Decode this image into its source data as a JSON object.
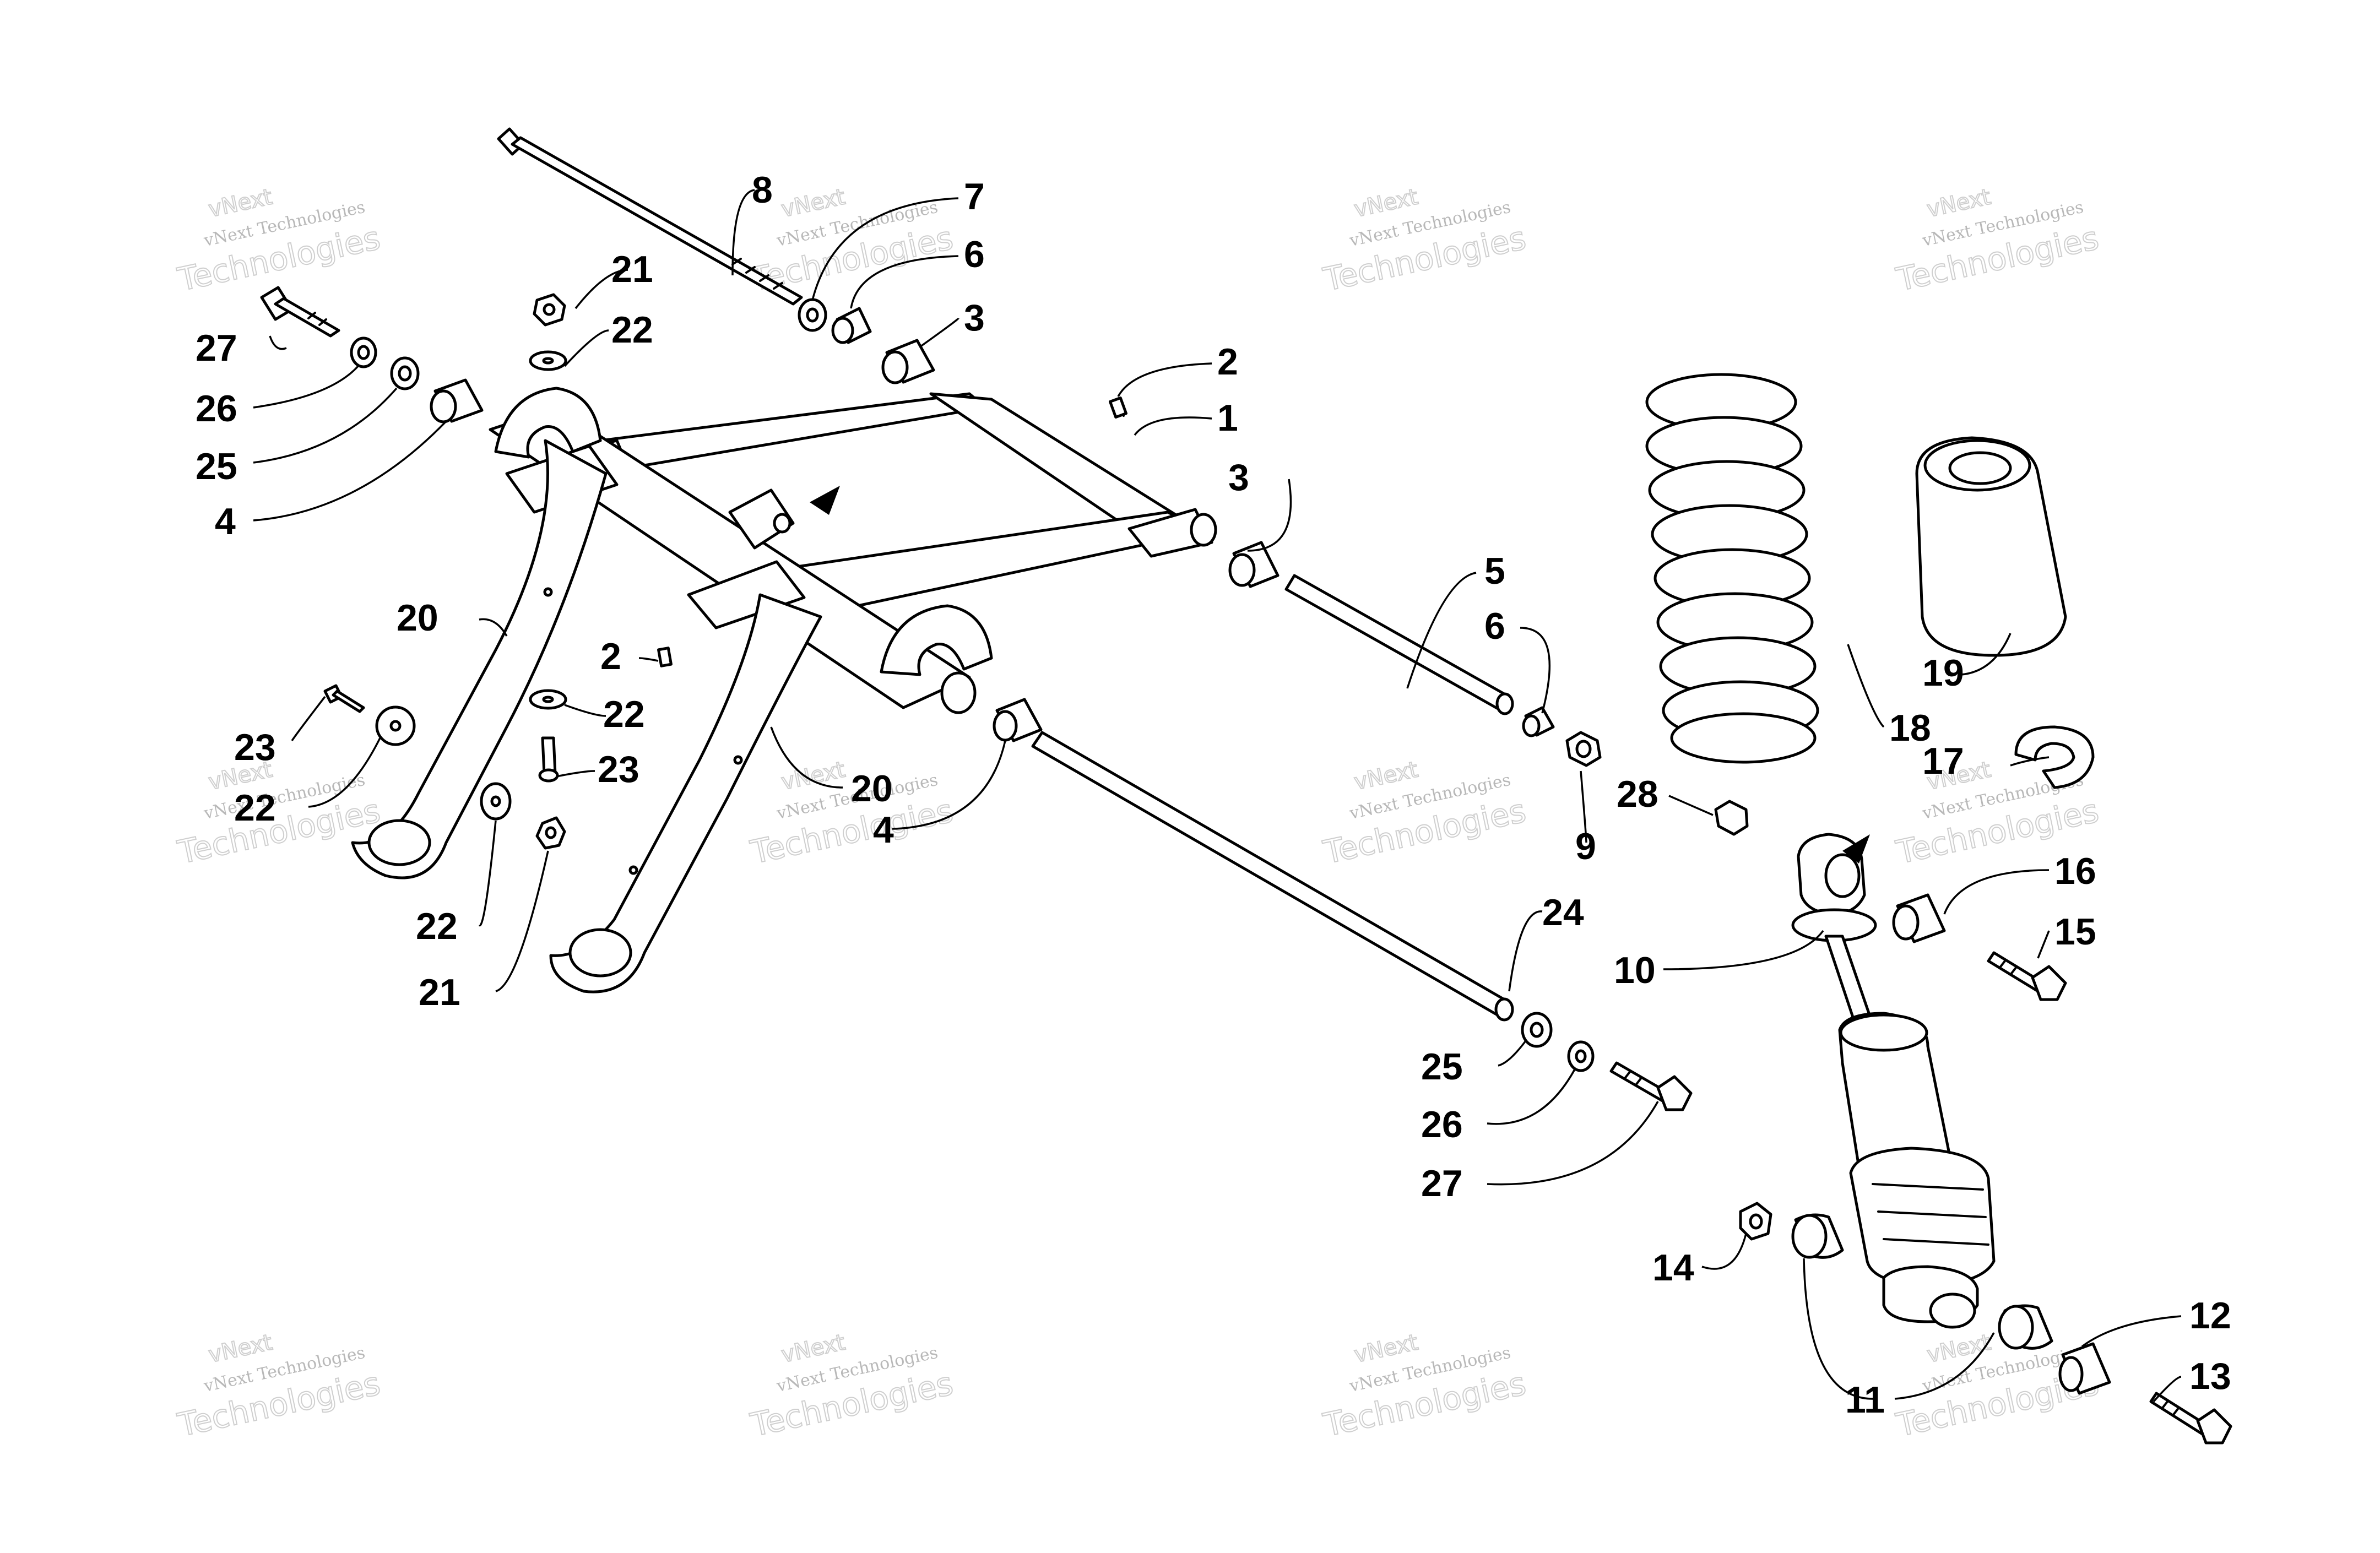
{
  "watermark": {
    "line1": "vNext Technologies",
    "line2": "Technologies",
    "line3": "vNext"
  },
  "callouts": [
    {
      "id": "c1",
      "label": "1"
    },
    {
      "id": "c2a",
      "label": "2"
    },
    {
      "id": "c2b",
      "label": "2"
    },
    {
      "id": "c3a",
      "label": "3"
    },
    {
      "id": "c3b",
      "label": "3"
    },
    {
      "id": "c4a",
      "label": "4"
    },
    {
      "id": "c4b",
      "label": "4"
    },
    {
      "id": "c5",
      "label": "5"
    },
    {
      "id": "c6a",
      "label": "6"
    },
    {
      "id": "c6b",
      "label": "6"
    },
    {
      "id": "c7",
      "label": "7"
    },
    {
      "id": "c8",
      "label": "8"
    },
    {
      "id": "c9",
      "label": "9"
    },
    {
      "id": "c10",
      "label": "10"
    },
    {
      "id": "c11",
      "label": "11"
    },
    {
      "id": "c12",
      "label": "12"
    },
    {
      "id": "c13",
      "label": "13"
    },
    {
      "id": "c14",
      "label": "14"
    },
    {
      "id": "c15",
      "label": "15"
    },
    {
      "id": "c16",
      "label": "16"
    },
    {
      "id": "c17",
      "label": "17"
    },
    {
      "id": "c18",
      "label": "18"
    },
    {
      "id": "c19",
      "label": "19"
    },
    {
      "id": "c20a",
      "label": "20"
    },
    {
      "id": "c20b",
      "label": "20"
    },
    {
      "id": "c21a",
      "label": "21"
    },
    {
      "id": "c21b",
      "label": "21"
    },
    {
      "id": "c22a",
      "label": "22"
    },
    {
      "id": "c22b",
      "label": "22"
    },
    {
      "id": "c22c",
      "label": "22"
    },
    {
      "id": "c22d",
      "label": "22"
    },
    {
      "id": "c23a",
      "label": "23"
    },
    {
      "id": "c23b",
      "label": "23"
    },
    {
      "id": "c24",
      "label": "24"
    },
    {
      "id": "c25a",
      "label": "25"
    },
    {
      "id": "c25b",
      "label": "25"
    },
    {
      "id": "c26a",
      "label": "26"
    },
    {
      "id": "c26b",
      "label": "26"
    },
    {
      "id": "c27a",
      "label": "27"
    },
    {
      "id": "c27b",
      "label": "27"
    },
    {
      "id": "c28",
      "label": "28"
    }
  ]
}
